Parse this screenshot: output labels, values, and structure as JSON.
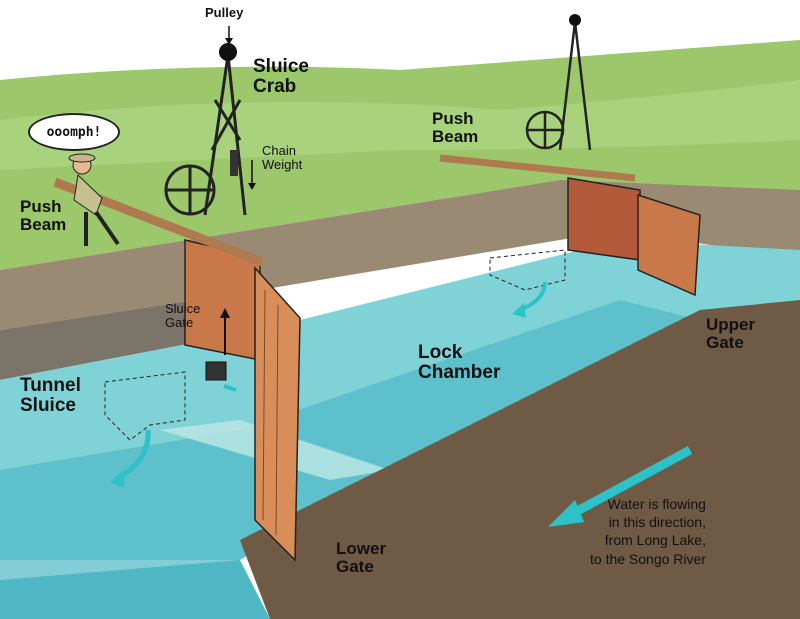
{
  "labels": {
    "pulley": "Pulley",
    "sluice_crab": "Sluice\nCrab",
    "chain_weight": "Chain\nWeight",
    "push_beam_left": "Push\nBeam",
    "push_beam_right": "Push\nBeam",
    "exclamation": "ooomph!",
    "sluice_gate": "Sluice\nGate",
    "tunnel_sluice": "Tunnel\nSluice",
    "lock_chamber": "Lock\nChamber",
    "upper_gate": "Upper\nGate",
    "lower_gate": "Lower\nGate",
    "flow_note": "Water is flowing\nin this direction,\nfrom Long Lake,\nto the Songo River"
  },
  "colors": {
    "grass": "#9cc76a",
    "water": "#7fd3d6",
    "deep_water": "#4fb8c4",
    "earth": "#6e5a45",
    "gate_wood": "#c9784a",
    "arrow": "#2cc2c8",
    "outline": "#222222"
  },
  "icons": [
    "pulley-icon",
    "wheel-icon",
    "flow-arrow-icon",
    "worker-figure"
  ]
}
